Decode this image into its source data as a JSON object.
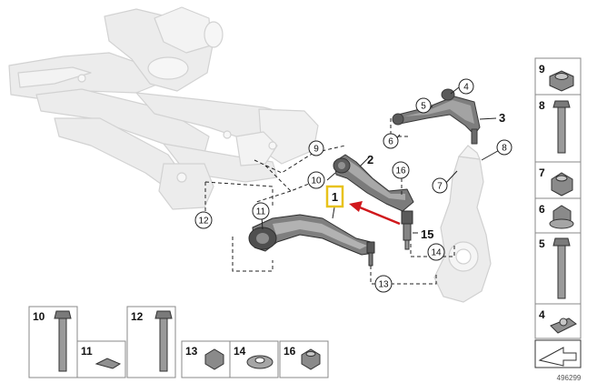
{
  "diagram": {
    "callouts": [
      "1",
      "2",
      "3",
      "4",
      "5",
      "6",
      "7",
      "8",
      "9",
      "10",
      "11",
      "12",
      "13",
      "14",
      "15",
      "16"
    ],
    "highlight_label": "1",
    "right_panel": [
      "9",
      "8",
      "7",
      "6",
      "5",
      "4"
    ],
    "bottom_panel": [
      "10",
      "11",
      "12",
      "13",
      "14",
      "16"
    ],
    "diagram_id": "496299"
  }
}
